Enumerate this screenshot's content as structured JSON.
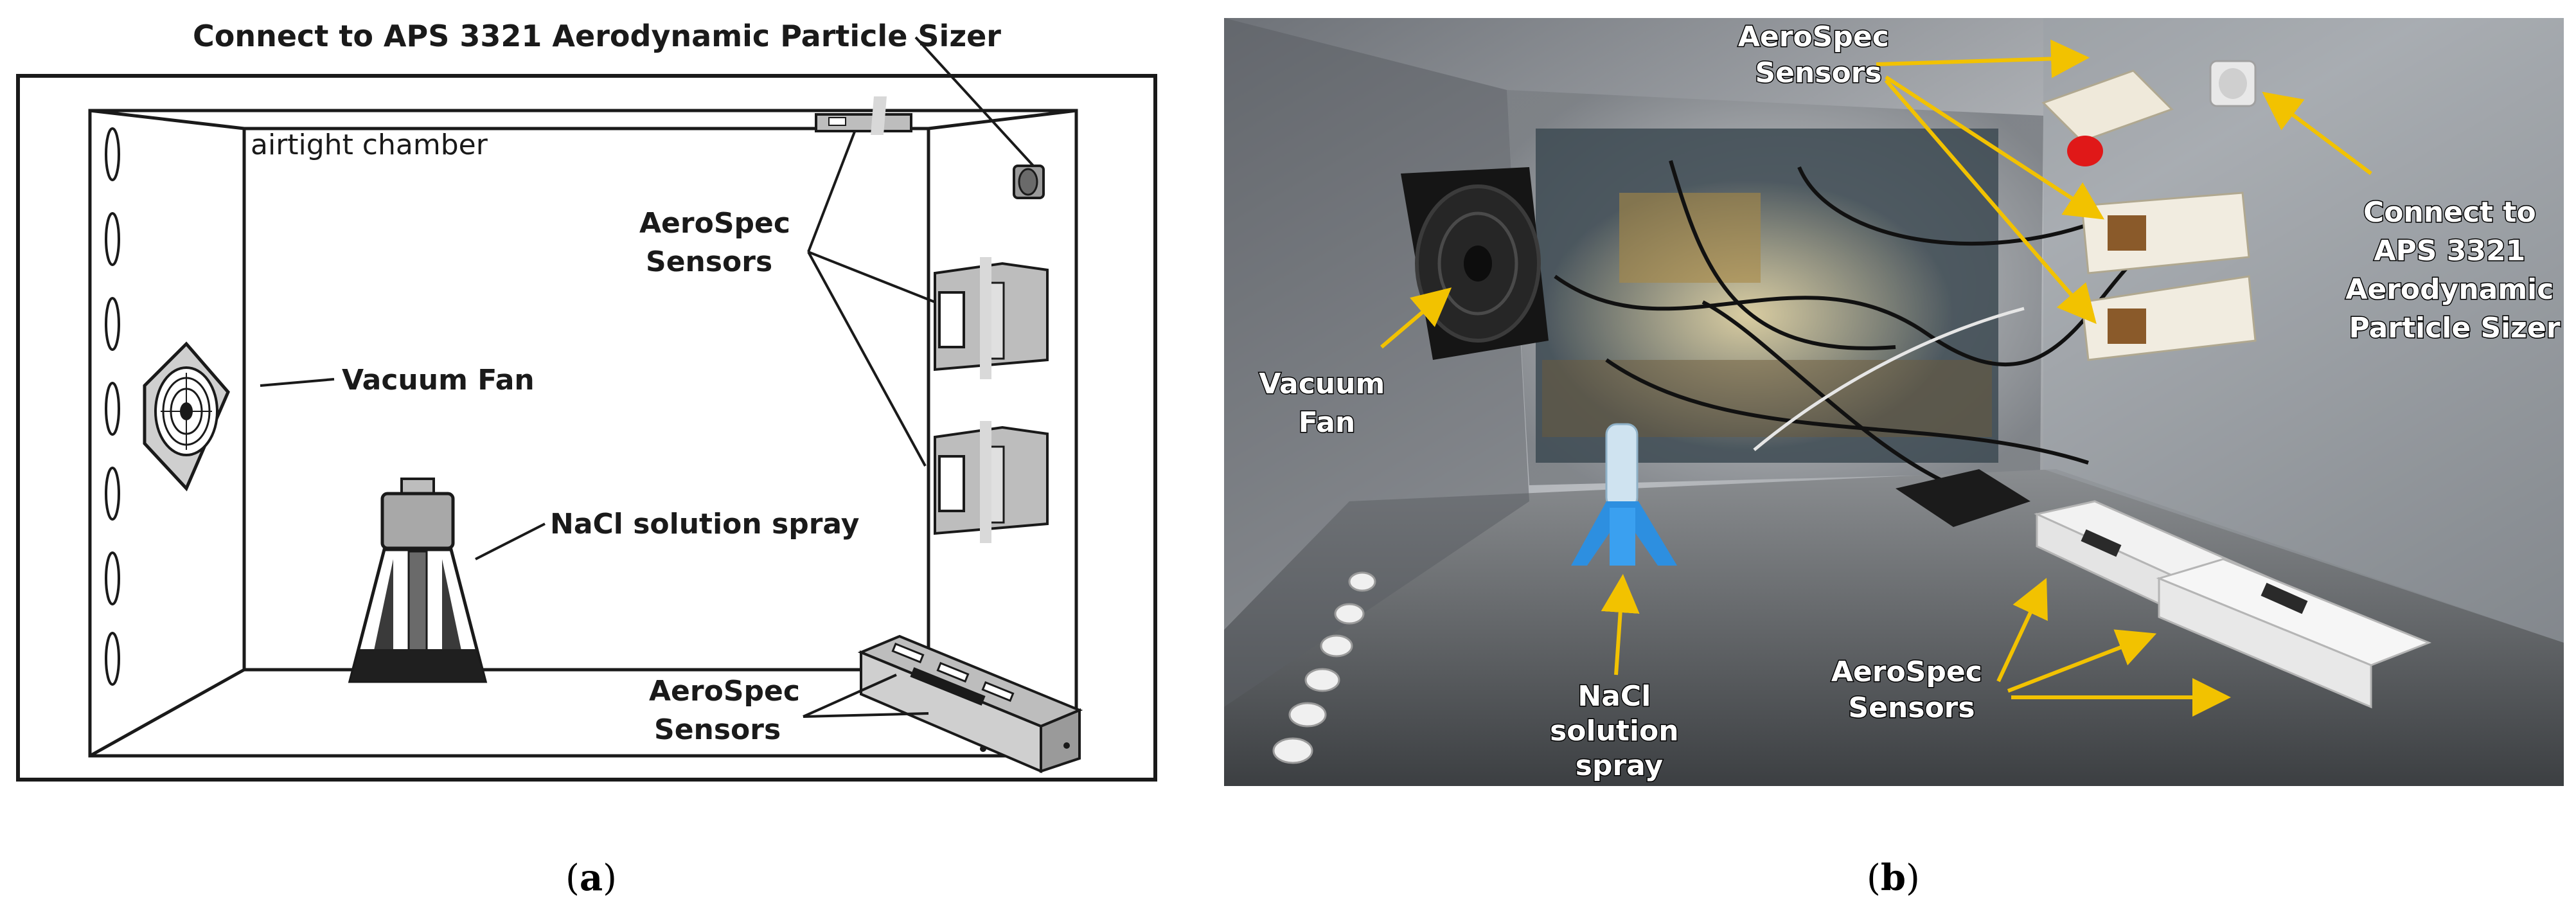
{
  "panel_a": {
    "top_label": "Connect to APS 3321 Aerodynamic Particle Sizer",
    "chamber_label": "airtight chamber",
    "sensors_label_upper": [
      "AeroSpec",
      "Sensors"
    ],
    "fan_label": "Vacuum Fan",
    "spray_label": "NaCl solution spray",
    "sensors_label_lower": [
      "AeroSpec",
      "Sensors"
    ],
    "caption_prefix": "(",
    "caption_letter": "a",
    "caption_suffix": ")"
  },
  "panel_b": {
    "sensors_label_top": [
      "AeroSpec",
      "Sensors"
    ],
    "aps_label": [
      "Connect to",
      "APS 3321",
      "Aerodynamic",
      "Particle Sizer"
    ],
    "fan_label": [
      "Vacuum",
      "Fan"
    ],
    "spray_label": [
      "NaCl",
      "solution",
      "spray"
    ],
    "sensors_label_bottom": [
      "AeroSpec",
      "Sensors"
    ],
    "caption_prefix": "(",
    "caption_letter": "b",
    "caption_suffix": ")"
  },
  "colors": {
    "arrow": "#f2c200",
    "outline": "#1a1a1a",
    "fill_gray": "#bdbdbd"
  }
}
